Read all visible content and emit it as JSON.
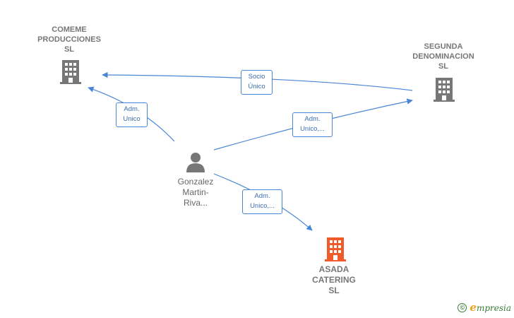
{
  "nodes": {
    "comeme": {
      "lines": [
        "COMEME",
        "PRODUCCIONES",
        "SL"
      ],
      "icon": "building-icon",
      "color": "#777777"
    },
    "segunda": {
      "lines": [
        "SEGUNDA",
        "DENOMINACION",
        "SL"
      ],
      "icon": "building-icon",
      "color": "#777777"
    },
    "asada": {
      "lines": [
        "ASADA",
        "CATERING",
        "SL"
      ],
      "icon": "building-icon",
      "color": "#f05a28"
    },
    "person": {
      "lines": [
        "Gonzalez",
        "Martin-",
        "Riva..."
      ],
      "icon": "person-icon",
      "color": "#777777"
    }
  },
  "edges": {
    "socio_unico": {
      "lines": [
        "Socio",
        "Único"
      ]
    },
    "adm_unico": {
      "lines": [
        "Adm.",
        "Unico"
      ]
    },
    "adm_unico_segunda": {
      "lines": [
        "Adm.",
        "Unico,..."
      ]
    },
    "adm_unico_asada": {
      "lines": [
        "Adm.",
        "Unico,..."
      ]
    }
  },
  "edge_color": "#4a86d6",
  "brand": {
    "copyright": "©",
    "initial": "e",
    "name": "mpresia"
  }
}
